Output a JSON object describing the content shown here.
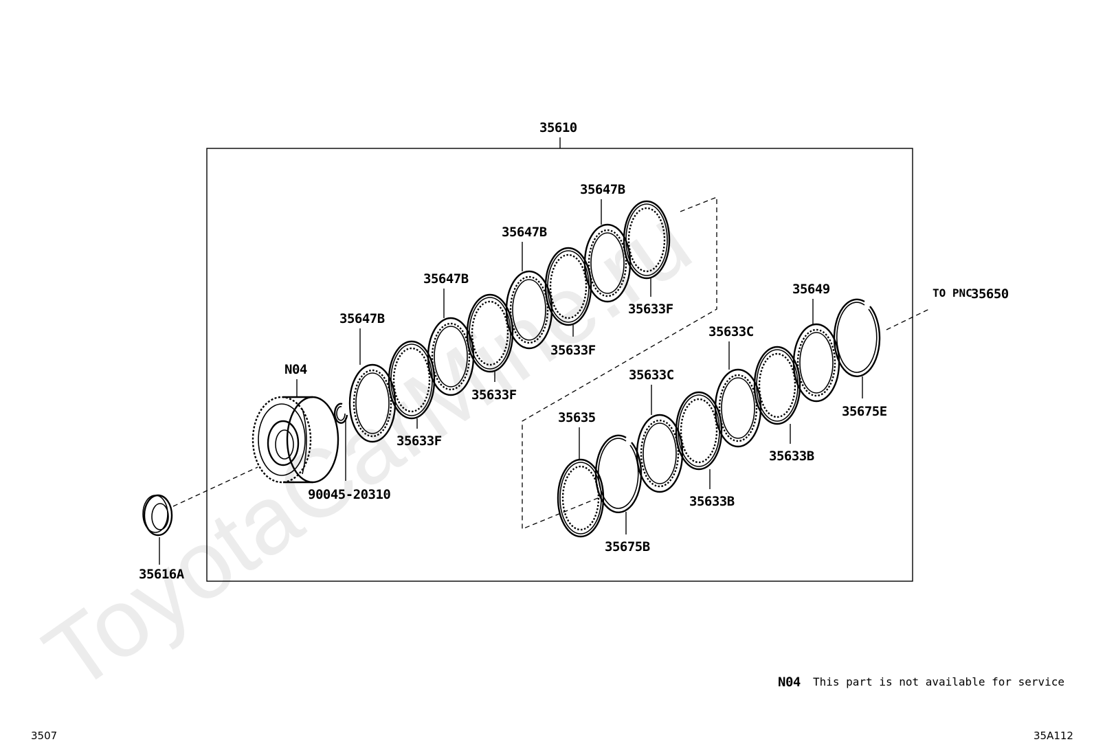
{
  "watermark": "ToyotaCarMine.ru",
  "assembly_label": "35610",
  "to_pnc": {
    "prefix": "TO PNC",
    "number": "35650"
  },
  "parts": {
    "p35616A": "35616A",
    "pN04": "N04",
    "p90045": "90045-20310",
    "p35647B_1": "35647B",
    "p35647B_2": "35647B",
    "p35647B_3": "35647B",
    "p35647B_4": "35647B",
    "p35633F_1": "35633F",
    "p35633F_2": "35633F",
    "p35633F_3": "35633F",
    "p35633F_4": "35633F",
    "p35635": "35635",
    "p35675B": "35675B",
    "p35633C_1": "35633C",
    "p35633C_2": "35633C",
    "p35633B_1": "35633B",
    "p35633B_2": "35633B",
    "p35649": "35649",
    "p35675E": "35675E"
  },
  "note": {
    "code": "N04",
    "text": "This part is not available for service"
  },
  "page_number": "3507",
  "figure_id": "35A112"
}
